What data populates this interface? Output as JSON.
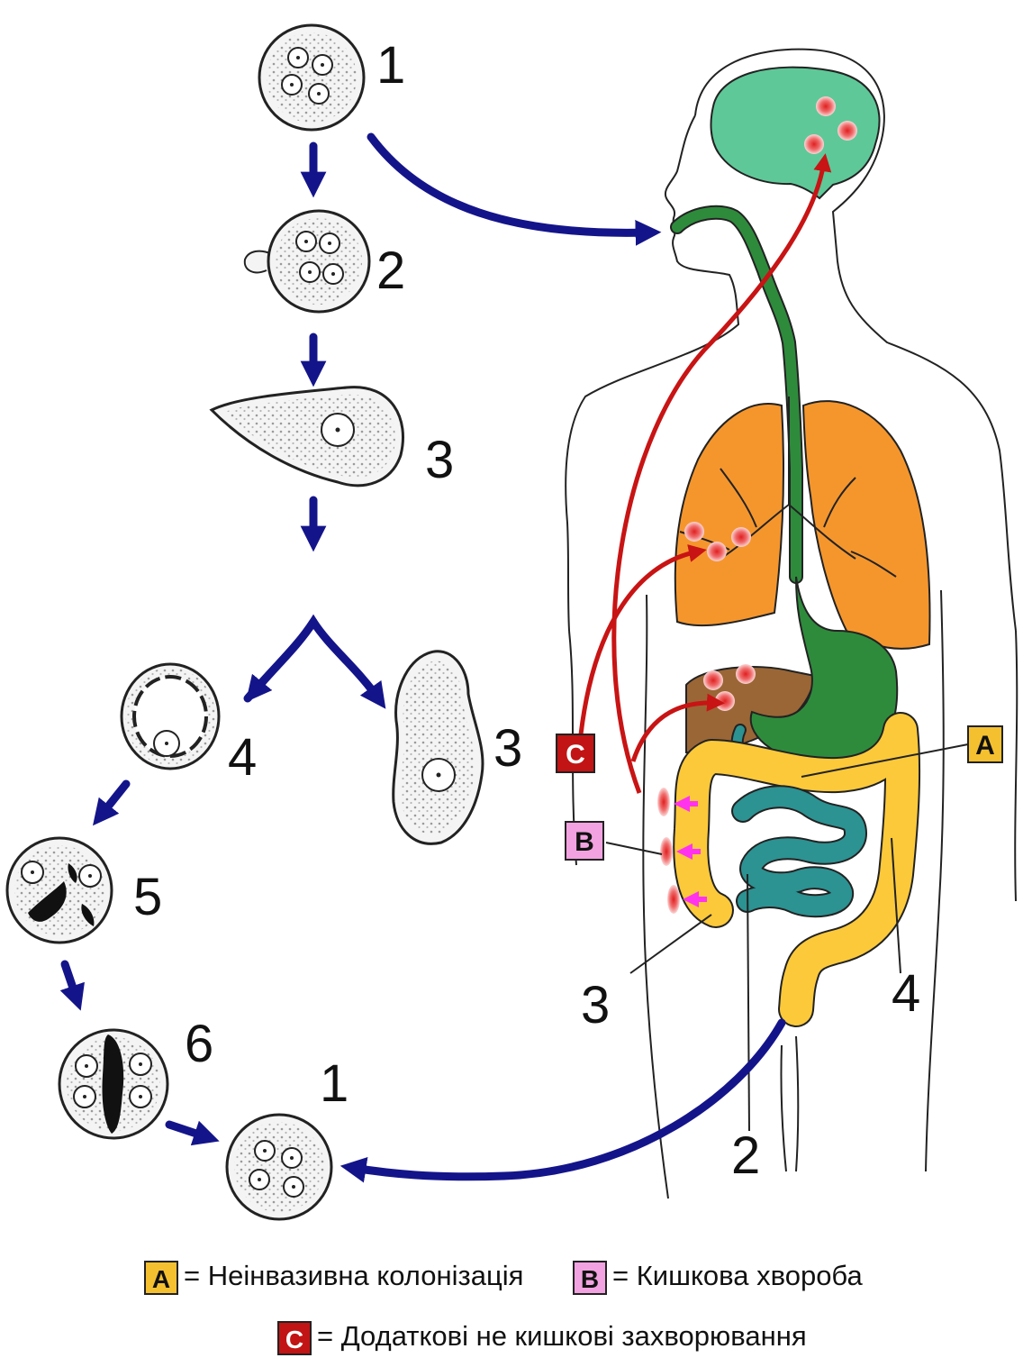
{
  "colors": {
    "arrow_blue": "#14148a",
    "arrow_red": "#c81414",
    "brain": "#5ec898",
    "lungs": "#f5962d",
    "liver": "#9a6636",
    "stomach_esophagus": "#2e8b3c",
    "large_intestine": "#fcc93a",
    "small_intestine": "#2c9292",
    "badge_a": "#f5c030",
    "badge_b": "#f2a2e0",
    "badge_c": "#c21414",
    "infection_spot": "#e04040",
    "invasion_arrow": "#ff33ee"
  },
  "stages": {
    "s1_top": "1",
    "s2": "2",
    "s3_top": "3",
    "s4": "4",
    "s3_right": "3",
    "s5": "5",
    "s6": "6",
    "s1_bottom": "1"
  },
  "body_labels": {
    "l3": "3",
    "l4": "4",
    "l2": "2"
  },
  "badges": {
    "a": "A",
    "b": "B",
    "c": "C"
  },
  "legend": {
    "a_text": "= Неінвазивна колонізація",
    "b_text": "= Кишкова хвороба",
    "c_text": "= Додаткові не кишкові захворювання"
  },
  "icons": [
    "cyst-icon",
    "trophozoite-icon",
    "arrow-icon"
  ]
}
